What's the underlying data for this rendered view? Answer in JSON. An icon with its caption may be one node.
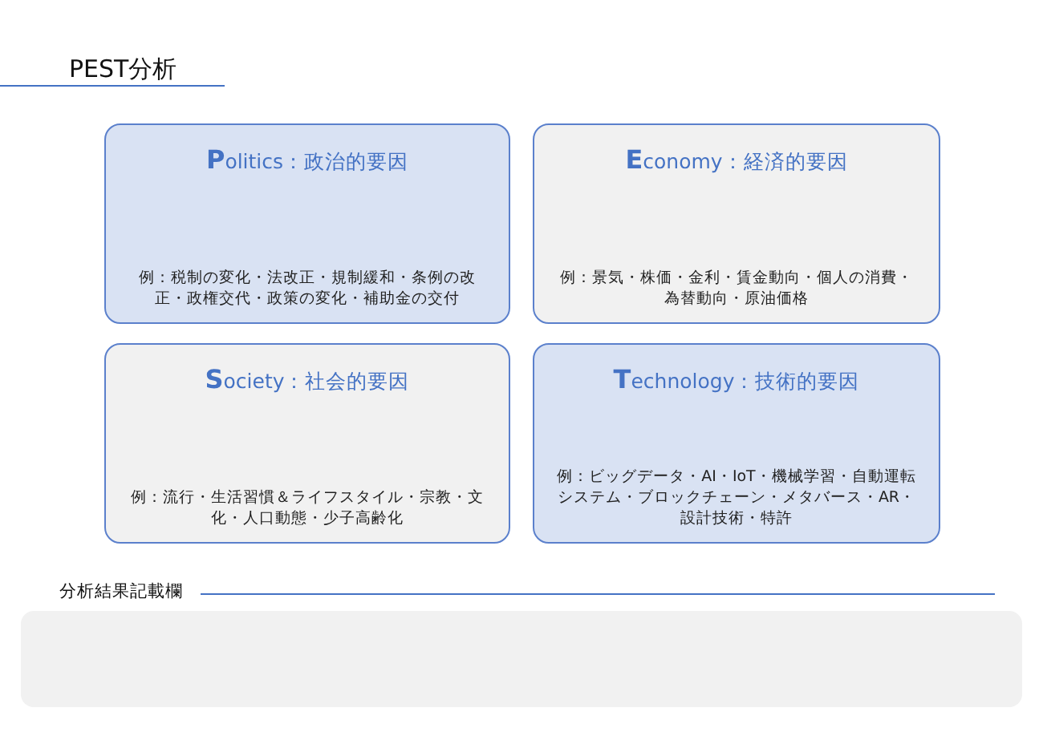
{
  "diagram": {
    "title": "PEST分析",
    "nodes": [
      {
        "text": [
          "**P**olitics：政治的要因",
          "例：税制の変化・法改正・規制緩和・条例の改正・政権交代・政策の変化・補助金の交付"
        ]
      },
      {
        "text": [
          "**E**conomy：経済的要因",
          "例：景気・株価・金利・賃金動向・個人の消費・為替動向・原油価格"
        ]
      },
      {
        "text": [
          "**S**ociety：社会的要因",
          "例：流行・生活習慣＆ライフスタイル・宗教・文化・人口動態・少子高齢化"
        ]
      },
      {
        "text": [
          "**T**echnology：技術的要因",
          "例：ビッグデータ・AI・IoT・機械学習・自動運転システム・ブロックチェーン・メタバース・AR・設計技術・特許"
        ]
      },
      {
        "text": [
          "分析結果記載欄"
        ]
      }
    ],
    "edges": []
  }
}
